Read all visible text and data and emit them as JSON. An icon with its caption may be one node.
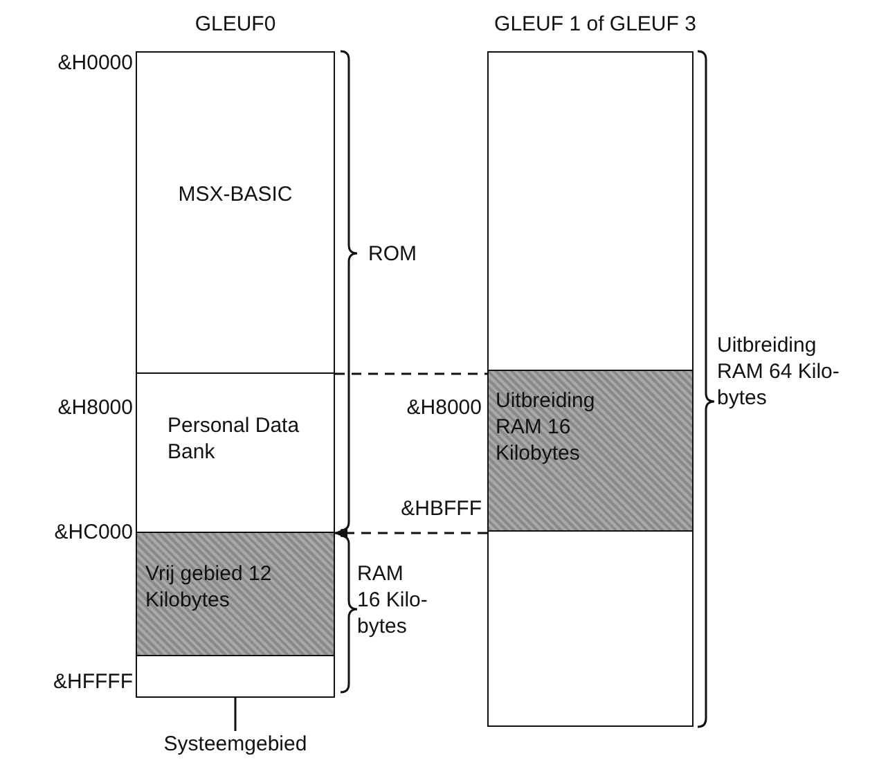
{
  "diagram": {
    "nodes": [
      {
        "text": [
          "MSX-BASIC"
        ]
      },
      {
        "text": [
          "Personal Data Bank"
        ]
      },
      {
        "text": [
          "Vrij gebied 12 Kilobytes"
        ]
      },
      {
        "text": [],
        "shape": "box"
      },
      {
        "text": [
          "Systeemgebied"
        ]
      },
      {
        "text": [],
        "shape": "box"
      },
      {
        "text": [
          "Uitbreiding RAM 16 Kilobytes"
        ]
      },
      {
        "text": [],
        "shape": "box"
      }
    ],
    "edges": [
      {
        "from": 1,
        "to": 6,
        "arrow": "none",
        "style": "dashed"
      },
      {
        "from": 6,
        "to": 2,
        "arrow": "to",
        "style": "dashed"
      },
      {
        "from": 4,
        "to": 3,
        "arrow": "none"
      }
    ],
    "labels": [
      "GLEUF0",
      "GLEUF 1 of GLEUF 3",
      "&H0000",
      "ROM",
      "Uitbreiding RAM 64 Kilo- bytes",
      "&H8000",
      "&H8000",
      "&HBFFF",
      "&HC000",
      "RAM 16 Kilo- bytes",
      "&HFFFF"
    ]
  }
}
